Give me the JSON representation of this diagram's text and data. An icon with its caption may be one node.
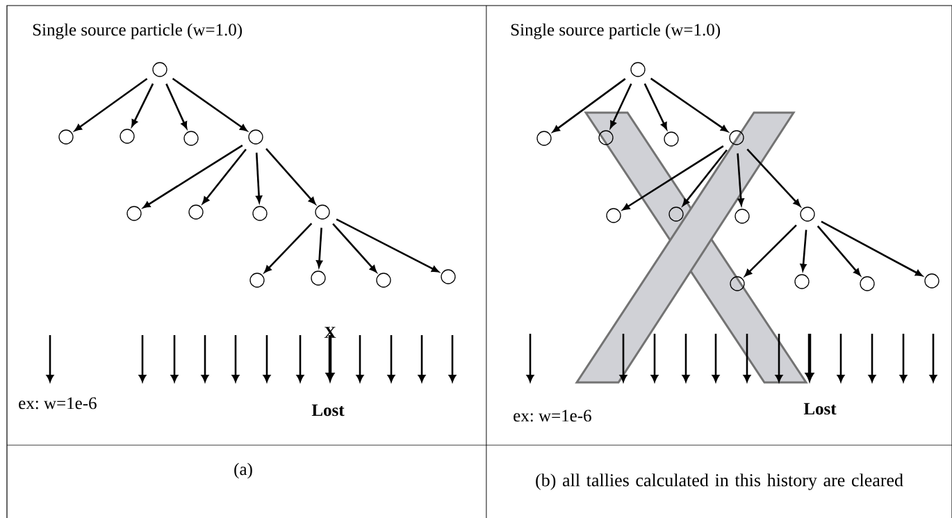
{
  "diagram": {
    "nodes": [
      {
        "text": [],
        "shape": "circle"
      },
      {
        "text": [],
        "shape": "circle"
      },
      {
        "text": [],
        "shape": "circle"
      },
      {
        "text": [],
        "shape": "circle"
      },
      {
        "text": [],
        "shape": "circle"
      },
      {
        "text": [],
        "shape": "circle"
      },
      {
        "text": [],
        "shape": "circle"
      },
      {
        "text": [],
        "shape": "circle"
      },
      {
        "text": [],
        "shape": "circle"
      },
      {
        "text": [],
        "shape": "circle"
      },
      {
        "text": [],
        "shape": "circle"
      },
      {
        "text": [],
        "shape": "circle"
      },
      {
        "text": [],
        "shape": "circle"
      },
      {
        "text": [],
        "shape": "circle"
      },
      {
        "text": [],
        "shape": "circle"
      },
      {
        "text": [],
        "shape": "circle"
      },
      {
        "text": [],
        "shape": "circle"
      },
      {
        "text": [],
        "shape": "circle"
      },
      {
        "text": [],
        "shape": "circle"
      },
      {
        "text": [],
        "shape": "circle"
      },
      {
        "text": [],
        "shape": "circle"
      },
      {
        "text": [],
        "shape": "circle"
      },
      {
        "text": [],
        "shape": "circle"
      },
      {
        "text": [],
        "shape": "circle"
      },
      {
        "text": [],
        "shape": "circle"
      },
      {
        "text": [],
        "shape": "circle"
      }
    ],
    "edges": [
      {
        "from": 0,
        "to": 1,
        "arrow": "to"
      },
      {
        "from": 0,
        "to": 2,
        "arrow": "to"
      },
      {
        "from": 0,
        "to": 3,
        "arrow": "to"
      },
      {
        "from": 0,
        "to": 4,
        "arrow": "to"
      },
      {
        "from": 4,
        "to": 5,
        "arrow": "to"
      },
      {
        "from": 4,
        "to": 6,
        "arrow": "to"
      },
      {
        "from": 4,
        "to": 7,
        "arrow": "to"
      },
      {
        "from": 4,
        "to": 8,
        "arrow": "to"
      },
      {
        "from": 8,
        "to": 9,
        "arrow": "to"
      },
      {
        "from": 8,
        "to": 10,
        "arrow": "to"
      },
      {
        "from": 8,
        "to": 11,
        "arrow": "to"
      },
      {
        "from": 8,
        "to": 12,
        "arrow": "to"
      },
      {
        "from": 13,
        "to": 14,
        "arrow": "to"
      },
      {
        "from": 13,
        "to": 15,
        "arrow": "to"
      },
      {
        "from": 13,
        "to": 16,
        "arrow": "to"
      },
      {
        "from": 13,
        "to": 17,
        "arrow": "to"
      },
      {
        "from": 17,
        "to": 18,
        "arrow": "to"
      },
      {
        "from": 17,
        "to": 19,
        "arrow": "to"
      },
      {
        "from": 17,
        "to": 20,
        "arrow": "to"
      },
      {
        "from": 17,
        "to": 21,
        "arrow": "to"
      },
      {
        "from": 21,
        "to": 22,
        "arrow": "to"
      },
      {
        "from": 21,
        "to": 23,
        "arrow": "to"
      },
      {
        "from": 21,
        "to": 24,
        "arrow": "to"
      },
      {
        "from": 21,
        "to": 25,
        "arrow": "to"
      }
    ],
    "labels": [
      "Single source particle (w=1.0)",
      "Single source particle (w=1.0)",
      "X",
      "ex: w=1e-6",
      "Lost",
      "ex: w=1e-6",
      "Lost",
      "(a)",
      "(b) all tallies calculated in this history are cleared"
    ]
  }
}
